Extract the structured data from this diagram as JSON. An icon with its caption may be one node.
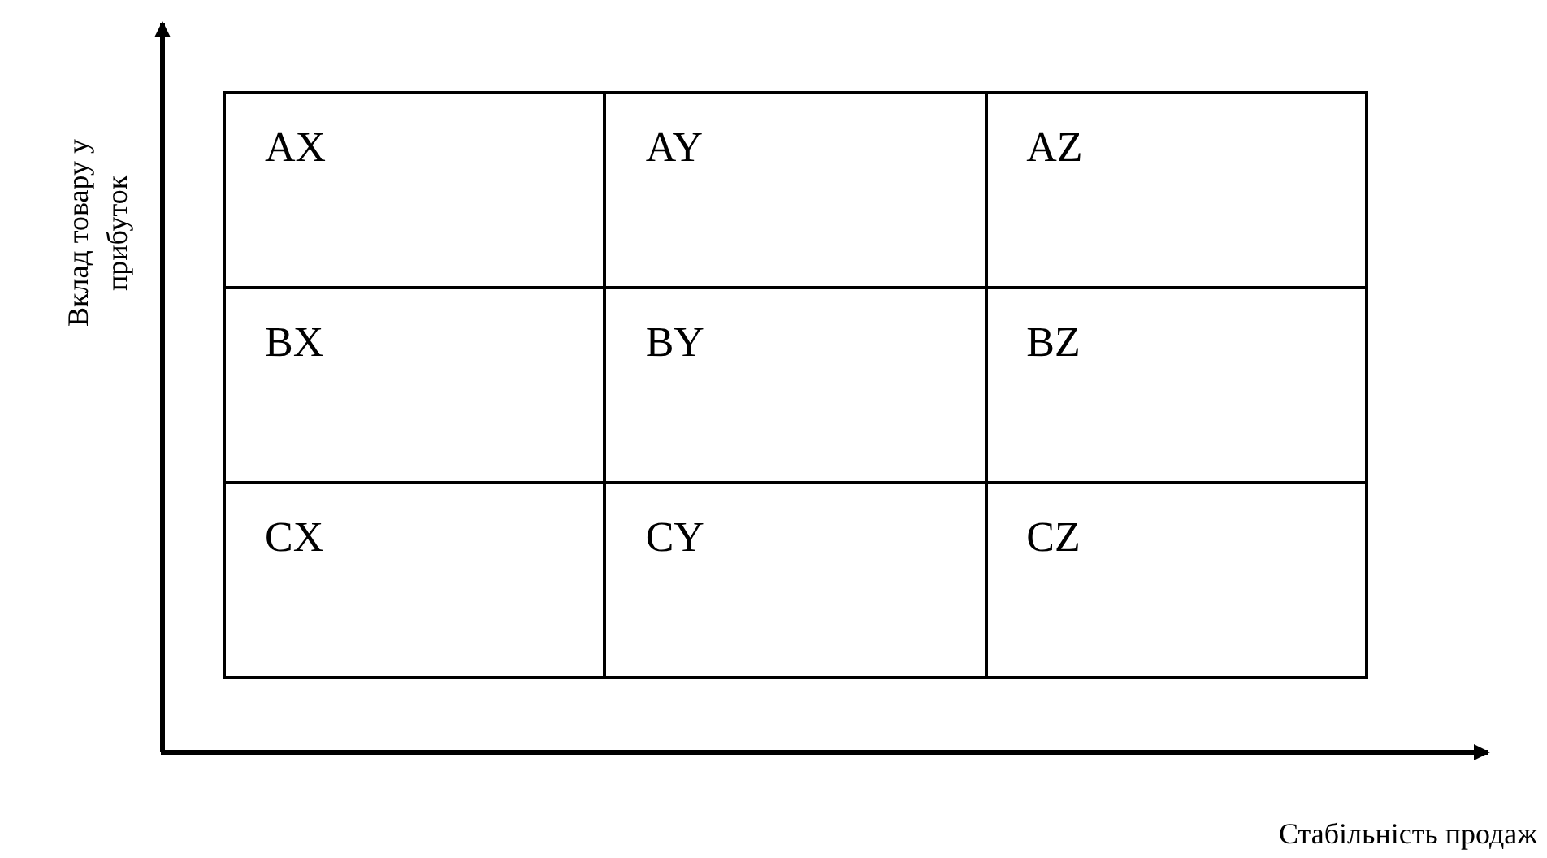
{
  "diagram": {
    "labels": [
      "Вклад товару у прибуток",
      "AX",
      "AY",
      "AZ",
      "BX",
      "BY",
      "BZ",
      "CX",
      "CY",
      "CZ",
      "Стабільність продаж"
    ]
  }
}
